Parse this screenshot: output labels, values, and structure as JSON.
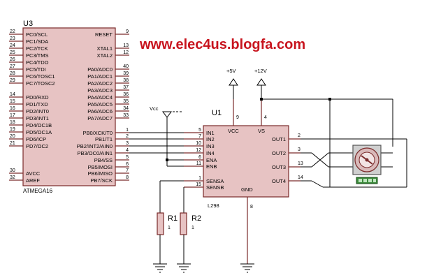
{
  "url_text": "www.elec4us.blogfa.com",
  "u3": {
    "ref": "U3",
    "part": "ATMEGA16",
    "left_pins": [
      {
        "num": "22",
        "name": "PC0/SCL"
      },
      {
        "num": "23",
        "name": "PC1/SDA"
      },
      {
        "num": "24",
        "name": "PC2/TCK"
      },
      {
        "num": "25",
        "name": "PC3/TMS"
      },
      {
        "num": "26",
        "name": "PC4/TDO"
      },
      {
        "num": "27",
        "name": "PC5/TDI"
      },
      {
        "num": "28",
        "name": "PC6/TOSC1"
      },
      {
        "num": "29",
        "name": "PC7/TOSC2"
      },
      {
        "num": "14",
        "name": "PD0/RXD"
      },
      {
        "num": "15",
        "name": "PD1/TXD"
      },
      {
        "num": "16",
        "name": "PD2/INT0"
      },
      {
        "num": "17",
        "name": "PD3/INT1"
      },
      {
        "num": "18",
        "name": "PD4/OC1B"
      },
      {
        "num": "19",
        "name": "PD5/OC1A"
      },
      {
        "num": "20",
        "name": "PD6/ICP"
      },
      {
        "num": "21",
        "name": "PD7/OC2"
      },
      {
        "num": "30",
        "name": "AVCC"
      },
      {
        "num": "32",
        "name": "AREF"
      }
    ],
    "right_pins": [
      {
        "num": "9",
        "name": "RESET"
      },
      {
        "num": "13",
        "name": "XTAL1"
      },
      {
        "num": "12",
        "name": "XTAL2"
      },
      {
        "num": "40",
        "name": "PA0/ADC0"
      },
      {
        "num": "39",
        "name": "PA1/ADC1"
      },
      {
        "num": "38",
        "name": "PA2/ADC2"
      },
      {
        "num": "37",
        "name": "PA3/ADC3"
      },
      {
        "num": "36",
        "name": "PA4/ADC4"
      },
      {
        "num": "35",
        "name": "PA5/ADC5"
      },
      {
        "num": "34",
        "name": "PA6/ADC6"
      },
      {
        "num": "33",
        "name": "PA7/ADC7"
      },
      {
        "num": "1",
        "name": "PB0/XCK/T0"
      },
      {
        "num": "2",
        "name": "PB1/T1"
      },
      {
        "num": "3",
        "name": "PB2/INT2/AIN0"
      },
      {
        "num": "4",
        "name": "PB3/OC0/AIN1"
      },
      {
        "num": "5",
        "name": "PB4/SS"
      },
      {
        "num": "6",
        "name": "PB5/MOSI"
      },
      {
        "num": "7",
        "name": "PB6/MISO"
      },
      {
        "num": "8",
        "name": "PB7/SCK"
      }
    ]
  },
  "u1": {
    "ref": "U1",
    "part": "L298",
    "vcc": "VCC",
    "vs": "VS",
    "gnd": "GND",
    "vcc_pin": "9",
    "vs_pin": "4",
    "gnd_pin": "8",
    "inputs": [
      {
        "num": "5",
        "name": "IN1"
      },
      {
        "num": "7",
        "name": "IN2"
      },
      {
        "num": "10",
        "name": "IN3"
      },
      {
        "num": "12",
        "name": "IN4"
      },
      {
        "num": "6",
        "name": "ENA"
      },
      {
        "num": "11",
        "name": "ENB"
      }
    ],
    "sense": [
      {
        "num": "1",
        "name": "SENSA"
      },
      {
        "num": "15",
        "name": "SENSB"
      }
    ],
    "outputs": [
      {
        "num": "2",
        "name": "OUT1"
      },
      {
        "num": "3",
        "name": "OUT2"
      },
      {
        "num": "13",
        "name": "OUT3"
      },
      {
        "num": "14",
        "name": "OUT4"
      }
    ]
  },
  "power": {
    "plus5": "+5V",
    "plus12": "+12V",
    "vcc": "Vcc"
  },
  "resistors": [
    {
      "ref": "R1",
      "value": "1"
    },
    {
      "ref": "R2",
      "value": "1"
    }
  ],
  "colors": {
    "url": "#c8141e",
    "chip_fill": "#e7c3c3",
    "chip_border": "#7a2a2a",
    "motor_indicator": "#3a8a3a"
  }
}
